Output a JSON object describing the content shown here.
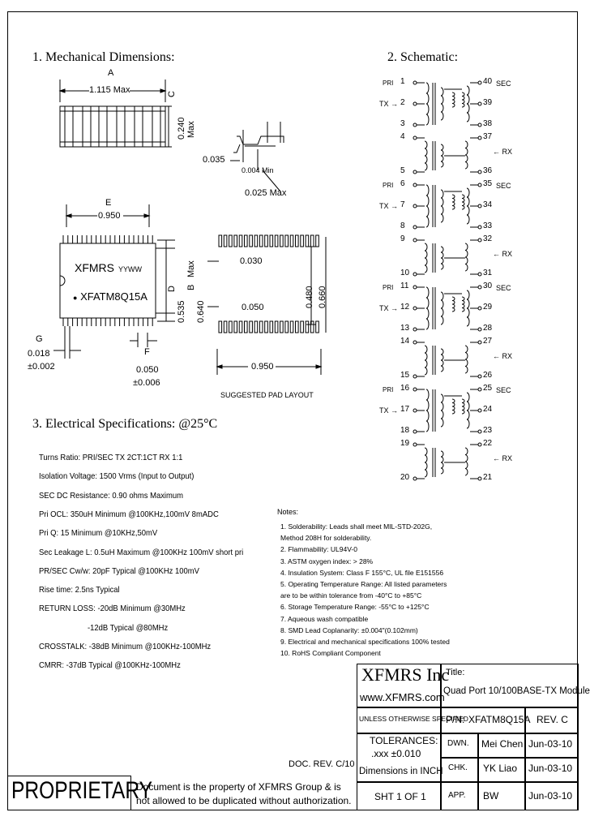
{
  "sections": {
    "mech_title": "1. Mechanical Dimensions:",
    "schem_title": "2. Schematic:",
    "elec_title": "3. Electrical   Specifications: @25°C"
  },
  "mech": {
    "A_label": "A",
    "A_value": "1.115 Max",
    "C_label": "C",
    "C_value": "0.240",
    "C_max": "Max",
    "dim_0035": "0.035",
    "dim_0004": "0.004 Min",
    "dim_0025": "0.025 Max",
    "E_label": "E",
    "E_value": "0.950",
    "part_brand": "XFMRS",
    "part_date": "YYWW",
    "part_number": "XFATM8Q15A",
    "D_label": "D",
    "D_value": "0.535",
    "D_max": "Max",
    "B_label": "B",
    "B_value": "0.640",
    "G_label": "G",
    "G_value1": "0.018",
    "G_value2": "±0.002",
    "F_label": "F",
    "F_value1": "0.050",
    "F_value2": "±0.006",
    "pad_030": "0.030",
    "pad_050": "0.050",
    "pad_480": "0.480",
    "pad_660": "0.660",
    "pad_950": "0.950",
    "pad_caption": "SUGGESTED PAD LAYOUT"
  },
  "schematic": {
    "blocks": [
      {
        "prim": "PRI",
        "tx": "TX",
        "rx": "RX",
        "sec": "SEC",
        "pins_left": [
          "1",
          "2",
          "3",
          "4",
          "5"
        ],
        "pins_right": [
          "40",
          "39",
          "38",
          "37",
          "36"
        ]
      },
      {
        "prim": "PRI",
        "tx": "TX",
        "rx": "RX",
        "sec": "SEC",
        "pins_left": [
          "6",
          "7",
          "8",
          "9",
          "10"
        ],
        "pins_right": [
          "35",
          "34",
          "33",
          "32",
          "31"
        ]
      },
      {
        "prim": "PRI",
        "tx": "TX",
        "rx": "RX",
        "sec": "SEC",
        "pins_left": [
          "11",
          "12",
          "13",
          "14",
          "15"
        ],
        "pins_right": [
          "30",
          "29",
          "28",
          "27",
          "26"
        ]
      },
      {
        "prim": "PRI",
        "tx": "TX",
        "rx": "RX",
        "sec": "SEC",
        "pins_left": [
          "16",
          "17",
          "18",
          "19",
          "20"
        ],
        "pins_right": [
          "25",
          "24",
          "23",
          "22",
          "21"
        ]
      }
    ]
  },
  "electrical": [
    "Turns Ratio: PRI/SEC TX 2CT:1CT    RX 1:1",
    "Isolation Voltage: 1500 Vrms (Input to Output)",
    "SEC DC Resistance: 0.90 ohms Maximum",
    "Pri OCL: 350uH Minimum @100KHz,100mV 8mADC",
    "Pri Q: 15 Minimum @10KHz,50mV",
    "Sec Leakage L: 0.5uH Maximum @100KHz 100mV short pri",
    "PR/SEC Cw/w: 20pF Typical @100KHz 100mV",
    "Rise time: 2.5ns Typical",
    "RETURN LOSS: -20dB Minimum @30MHz",
    "-12dB Typical @80MHz",
    "CROSSTALK: -38dB Minimum @100KHz-100MHz",
    "CMRR: -37dB Typical @100KHz-100MHz"
  ],
  "notes": {
    "title": "Notes:",
    "items": [
      "1. Solderability: Leads shall meet MIL-STD-202G,",
      "   Method 208H for solderability.",
      "2. Flammability: UL94V-0",
      "3. ASTM oxygen index: > 28%",
      "4. Insulation System: Class F 155°C, UL file E151556",
      "5. Operating Temperature Range: All listed parameters",
      "   are to be within tolerance from -40°C to +85°C",
      "6. Storage Temperature Range: -55°C to +125°C",
      "7. Aqueous wash compatible",
      "8. SMD Lead Coplanarity: ±0.004\"(0.102mm)",
      "9. Electrical and mechanical specifications 100% tested",
      "10. RoHS Compliant Component"
    ]
  },
  "title_block": {
    "company": "XFMRS Inc",
    "website": "www.XFMRS.com",
    "title_label": "Title:",
    "title": "Quad Port 10/100BASE-TX Module",
    "unless": "UNLESS OTHERWISE SPECIFIED",
    "pn_label": "P/N:",
    "pn": "XFATM8Q15A",
    "rev": "REV. C",
    "tolerances": "TOLERANCES:",
    "tol_value": ".xxx ±0.010",
    "dims": "Dimensions in INCH",
    "dwn_label": "DWN.",
    "dwn_name": "Mei Chen",
    "dwn_date": "Jun-03-10",
    "chk_label": "CHK.",
    "chk_name": "YK Liao",
    "chk_date": "Jun-03-10",
    "app_label": "APP.",
    "app_name": "BW",
    "app_date": "Jun-03-10",
    "sheet": "SHT 1 OF 1",
    "doc_rev": "DOC. REV. C/10"
  },
  "proprietary": {
    "label": "PROPRIETARY",
    "line1": "Document is the property of XFMRS Group & is",
    "line2": "not allowed to be duplicated without authorization."
  }
}
